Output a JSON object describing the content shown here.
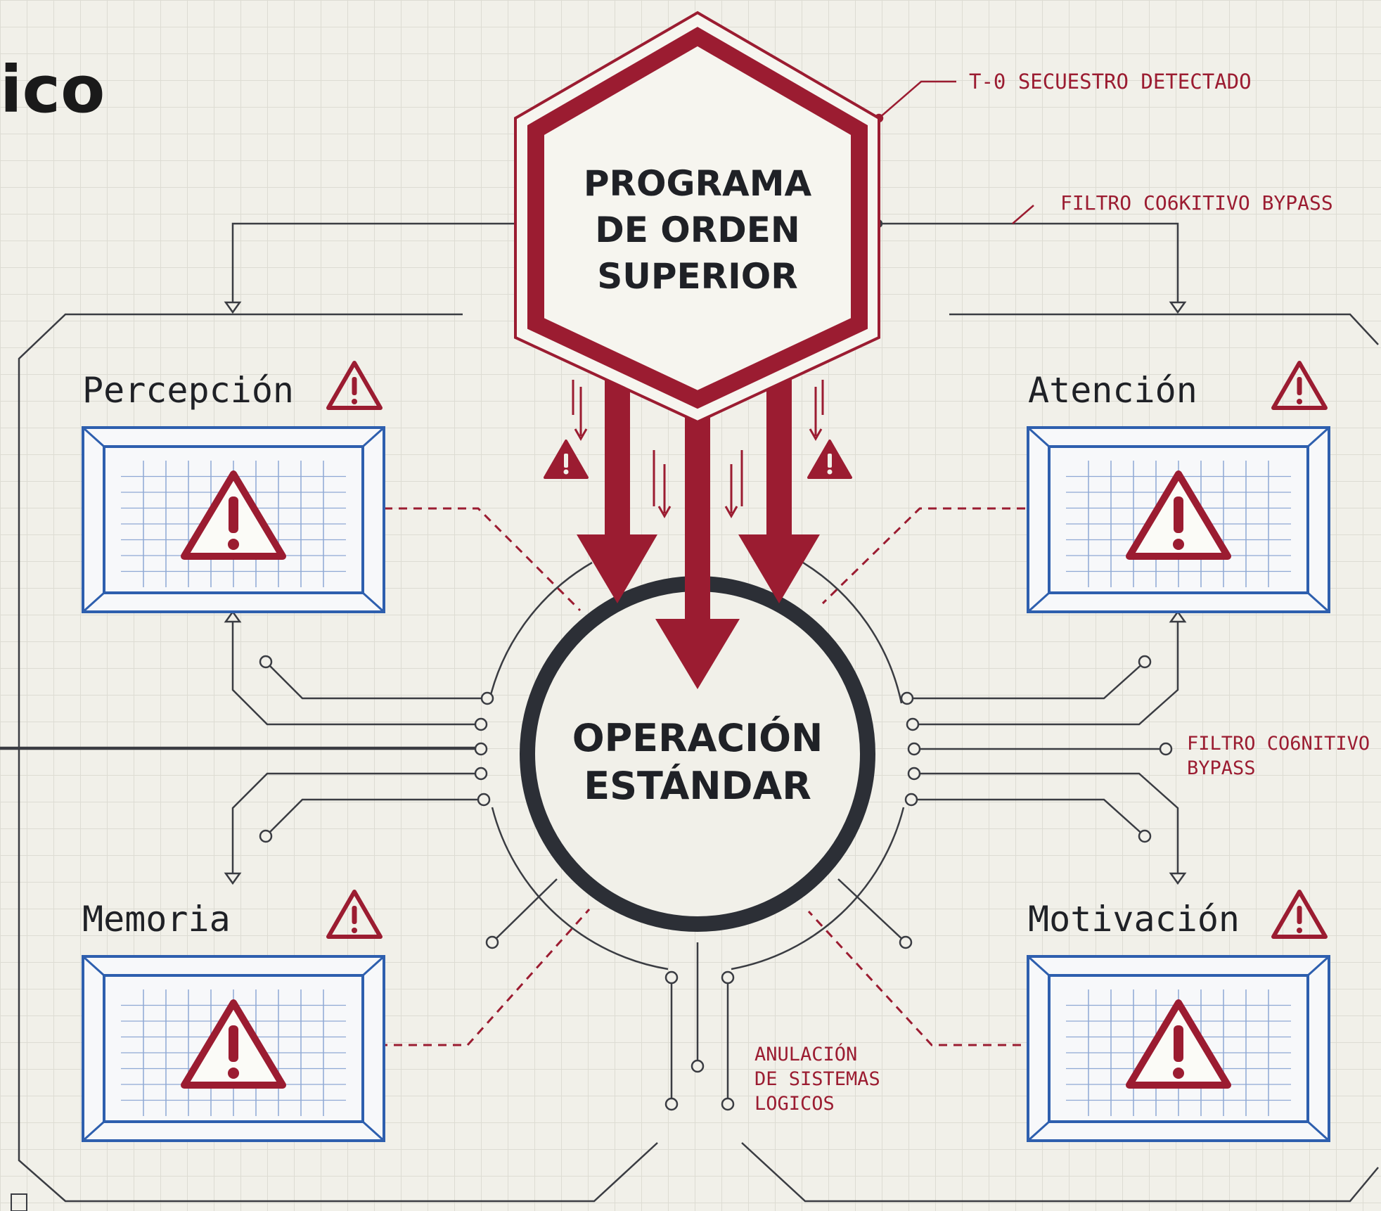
{
  "title_fragment": "ico",
  "core_program": {
    "line1": "PROGRAMA",
    "line2": "DE ORDEN",
    "line3": "SUPERIOR"
  },
  "center": {
    "line1": "OPERACIÓN",
    "line2": "ESTÁNDAR"
  },
  "modules": {
    "perception": "Percepción",
    "attention": "Atención",
    "memory": "Memoria",
    "motivation": "Motivación"
  },
  "annotations": {
    "hijack": "T-0 SECUESTRO DETECTADO",
    "bypass_top": "FILTRO CO6KITIVO BYPASS",
    "bypass_right_1": "FILTRO CO6NITIVO",
    "bypass_right_2": "BYPASS",
    "override_1": "ANULACIÓN",
    "override_2": "DE SISTEMAS",
    "override_3": "LOGICOS"
  },
  "icons": {
    "warning": "warning-triangle-icon"
  },
  "colors": {
    "accent_red": "#9b1c31",
    "panel_blue": "#2e5fae",
    "ink": "#2c2f36",
    "background": "#f1f0e9"
  }
}
